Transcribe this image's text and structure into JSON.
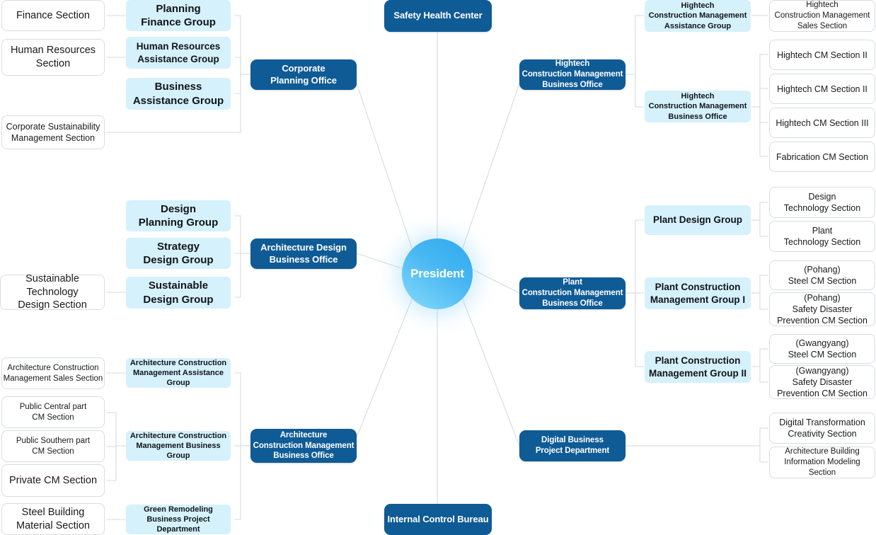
{
  "chart": {
    "title": "Organization Chart",
    "colors": {
      "level1": "#0f5b96",
      "level2": "#d5f1fb",
      "level3_border": "#d8dce0",
      "hub_gradient_from": "#2ea9ef",
      "hub_gradient_to": "#8fdcfa",
      "connector": "#d5d8dc"
    }
  },
  "hub": {
    "label": "President"
  },
  "standalone": {
    "safety_health_center": "Safety Health Center",
    "internal_control_bureau": "Internal Control Bureau"
  },
  "branches": {
    "corporate_planning": {
      "office": "Corporate\nPlanning Office",
      "groups": [
        {
          "label": "Planning\nFinance Group",
          "sections": [
            "Finance Section"
          ]
        },
        {
          "label": "Human Resources\nAssistance Group",
          "sections": [
            "Human Resources\nSection"
          ]
        },
        {
          "label": "Business\nAssistance Group",
          "sections": []
        }
      ],
      "direct_sections": [
        "Corporate Sustainability\nManagement Section"
      ]
    },
    "architecture_design": {
      "office": "Architecture Design\nBusiness Office",
      "groups": [
        {
          "label": "Design\nPlanning Group",
          "sections": []
        },
        {
          "label": "Strategy\nDesign Group",
          "sections": []
        },
        {
          "label": "Sustainable\nDesign Group",
          "sections": [
            "Sustainable Technology\nDesign Section"
          ]
        }
      ]
    },
    "architecture_construction_management": {
      "office": "Architecture\nConstruction Management\nBusiness Office",
      "groups": [
        {
          "label": "Architecture Construction\nManagement Assistance Group",
          "sections": [
            "Architecture Construction\nManagement Sales Section"
          ]
        },
        {
          "label": "Architecture Construction\nManagement Business Group",
          "sections": [
            "Public Central part\nCM Section",
            "Public Southern part\nCM Section",
            "Private CM Section"
          ]
        },
        {
          "label": "Green Remodeling\nBusiness Project Department",
          "sections": [
            "Steel Building\nMaterial Section"
          ]
        }
      ]
    },
    "hightech_construction_management": {
      "office": "Hightech\nConstruction Management\nBusiness Office",
      "groups": [
        {
          "label": "Hightech\nConstruction Management\nAssistance Group",
          "sections": [
            "Hightech\nConstruction Management\nSales Section"
          ]
        },
        {
          "label": "Hightech\nConstruction Management\nBusiness Office",
          "sections": [
            "Hightech CM Section II",
            "Hightech CM Section II",
            "Hightech CM Section III",
            "Fabrication CM Section"
          ]
        }
      ]
    },
    "plant_construction_management": {
      "office": "Plant\nConstruction Management\nBusiness Office",
      "groups": [
        {
          "label": "Plant Design Group",
          "sections": [
            "Design\nTechnology Section",
            "Plant\nTechnology Section"
          ]
        },
        {
          "label": "Plant Construction\nManagement Group I",
          "sections": [
            "(Pohang)\nSteel CM Section",
            "(Pohang)\nSafety Disaster\nPrevention CM Section"
          ]
        },
        {
          "label": "Plant Construction\nManagement Group II",
          "sections": [
            "(Gwangyang)\nSteel CM Section",
            "(Gwangyang)\nSafety Disaster\nPrevention CM Section"
          ]
        }
      ]
    },
    "digital_business": {
      "office": "Digital Business\nProject Department",
      "sections": [
        "Digital Transformation\nCreativity Section",
        "Architecture Building\nInformation Modeling Section"
      ]
    }
  }
}
